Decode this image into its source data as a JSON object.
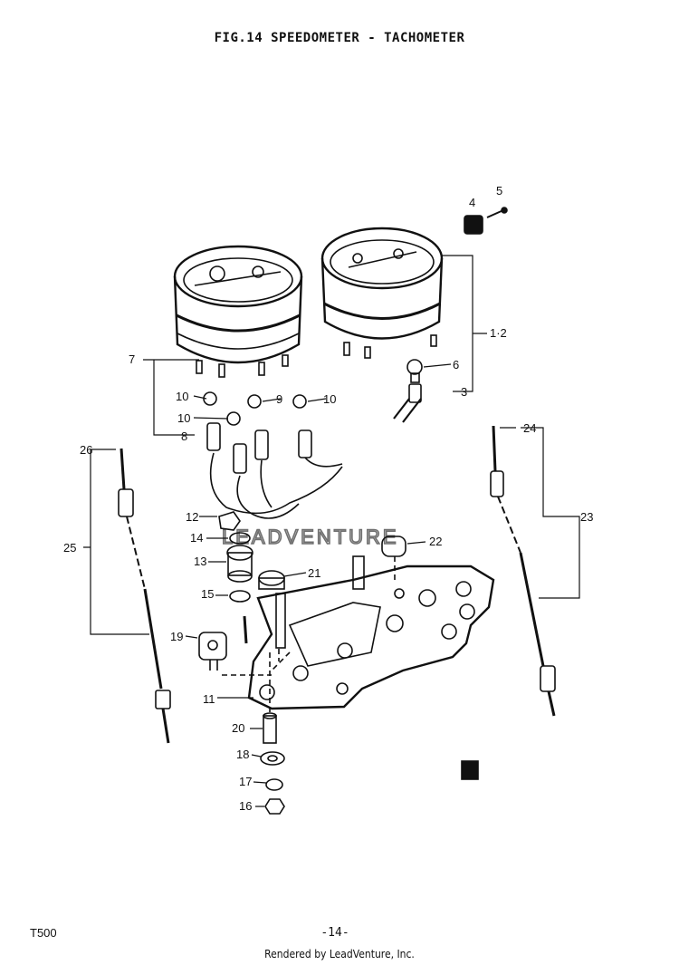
{
  "figure": {
    "title": "FIG.14  SPEEDOMETER - TACHOMETER"
  },
  "callouts": {
    "c1_2": "1·2",
    "c3": "3",
    "c4": "4",
    "c5": "5",
    "c6": "6",
    "c7": "7",
    "c8": "8",
    "c9": "9",
    "c10a": "10",
    "c10b": "10",
    "c10c": "10",
    "c11": "11",
    "c12": "12",
    "c13": "13",
    "c14": "14",
    "c15": "15",
    "c16": "16",
    "c17": "17",
    "c18": "18",
    "c19": "19",
    "c20": "20",
    "c21": "21",
    "c22": "22",
    "c23": "23",
    "c24": "24",
    "c25": "25",
    "c26": "26"
  },
  "watermark": "LEADVENTURE",
  "footer": {
    "model": "T500",
    "page": "-14-",
    "credit": "Rendered by LeadVenture, Inc."
  }
}
